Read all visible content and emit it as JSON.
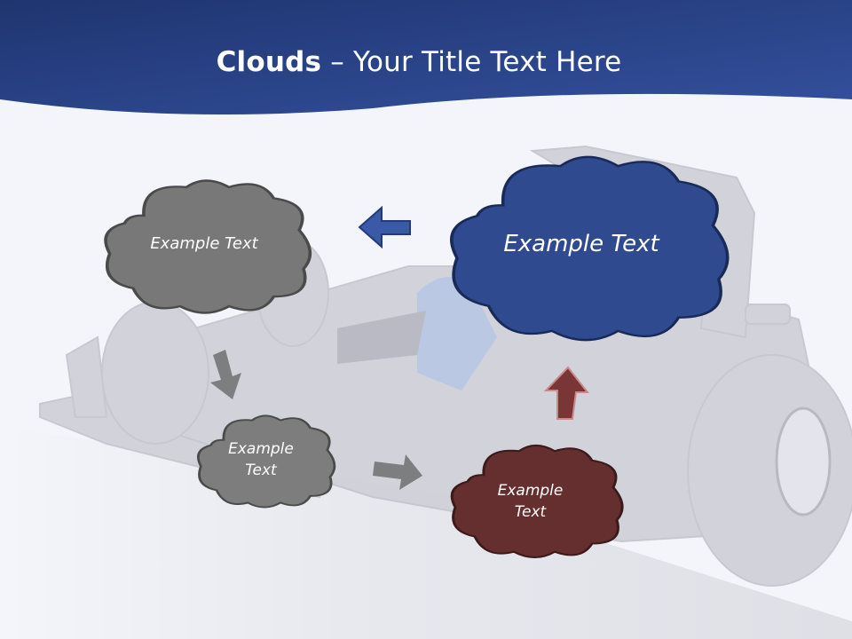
{
  "slide": {
    "title_bold": "Clouds",
    "title_sep": " – ",
    "title_rest": "Your Title Text Here"
  },
  "clouds": [
    {
      "text": "Example Text",
      "color": "#787878"
    },
    {
      "text": "Example Text",
      "color": "#2f4a8f"
    },
    {
      "text": "Example\nText",
      "color": "#7d7d7d"
    },
    {
      "text": "Example\nText",
      "color": "#662f2f"
    }
  ],
  "colors": {
    "banner": "#2a4585",
    "background": "#f4f5fa",
    "arrow_blue": "#3a5aa8",
    "arrow_gray": "#6e6e6e",
    "arrow_red": "#7a3636"
  }
}
